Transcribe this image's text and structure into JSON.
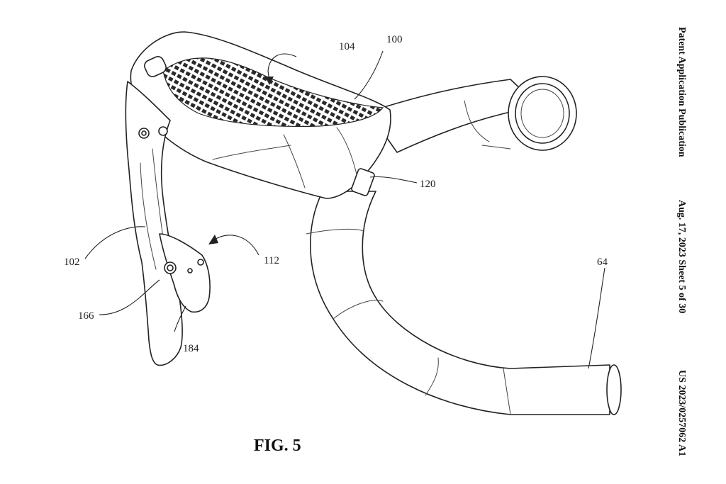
{
  "figure_label": "FIG. 5",
  "header": {
    "publication_type": "Patent Application Publication",
    "date_sheet": "Aug. 17, 2023  Sheet 5 of 30",
    "number": "US 2023/0257062 A1"
  },
  "reference_numerals": {
    "handlebar": "64",
    "assembly": "100",
    "lever": "102",
    "body": "104",
    "shift_paddle": "112",
    "button": "120",
    "pivot": "166",
    "paddle_tip": "184"
  }
}
